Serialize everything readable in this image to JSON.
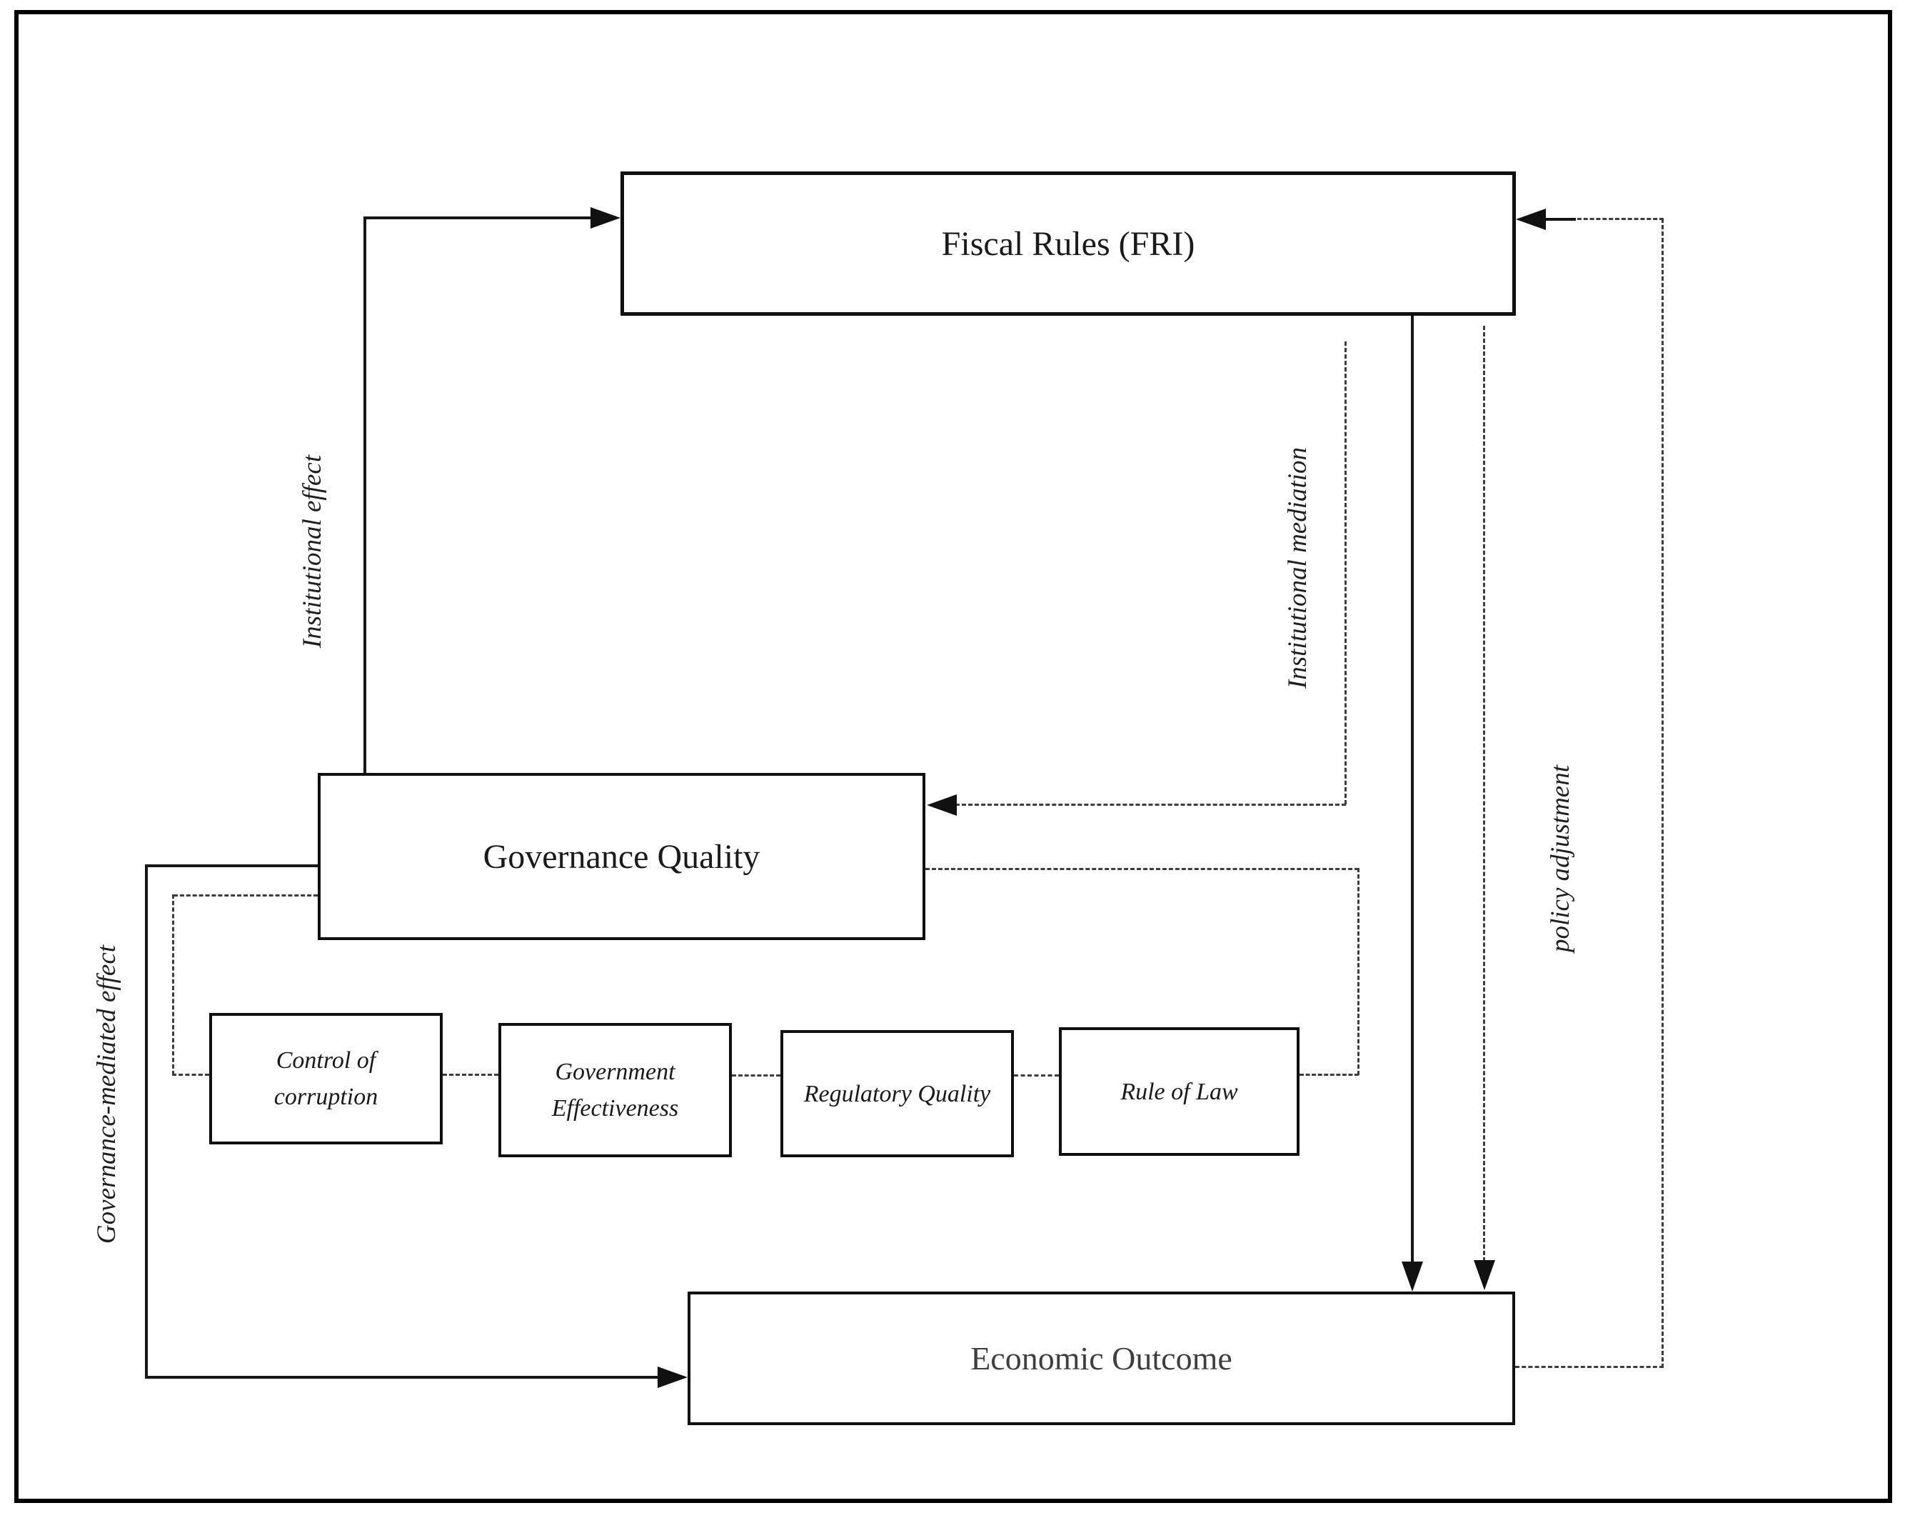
{
  "figure": {
    "type": "conceptual-framework-diagram",
    "background": "#ffffff",
    "frame_border": "#000000"
  },
  "nodes": {
    "fiscal_rules": {
      "label": "Fiscal Rules (FRI)"
    },
    "governance_quality": {
      "label": "Governance Quality"
    },
    "control_of_corruption": {
      "label": "Control of corruption"
    },
    "government_effectiveness": {
      "label": "Government Effectiveness"
    },
    "regulatory_quality": {
      "label": "Regulatory Quality"
    },
    "rule_of_law": {
      "label": "Rule of Law"
    },
    "economic_outcome": {
      "label": "Economic Outcome"
    }
  },
  "edges": {
    "institutional_effect": {
      "label": "Institutional effect",
      "style": "solid",
      "from": "governance_quality",
      "to": "fiscal_rules"
    },
    "institutional_mediation": {
      "label": "Institutional mediation",
      "style": "dashed",
      "from": "fiscal_rules",
      "to": "governance_quality"
    },
    "fiscal_to_economic_direct": {
      "label": "",
      "style": "solid",
      "from": "fiscal_rules",
      "to": "economic_outcome"
    },
    "fiscal_to_economic_dashed": {
      "label": "",
      "style": "dashed",
      "from": "fiscal_rules",
      "to": "economic_outcome"
    },
    "policy_adjustment": {
      "label": "policy adjustment",
      "style": "dashed",
      "from": "economic_outcome",
      "to": "fiscal_rules"
    },
    "governance_mediated_effect": {
      "label": "Governance-mediated effect",
      "style": "solid",
      "from": "governance_quality",
      "to": "economic_outcome"
    },
    "governance_components_link": {
      "label": "",
      "style": "dashed",
      "from": "governance_quality",
      "to": "components"
    }
  },
  "colors": {
    "solid_line": "#161616",
    "dashed_line": "#3d3d3d",
    "node_border": "#0f0f0f",
    "node_text": "#1a1a1a",
    "economic_outcome_text": "#3f3f3f"
  }
}
